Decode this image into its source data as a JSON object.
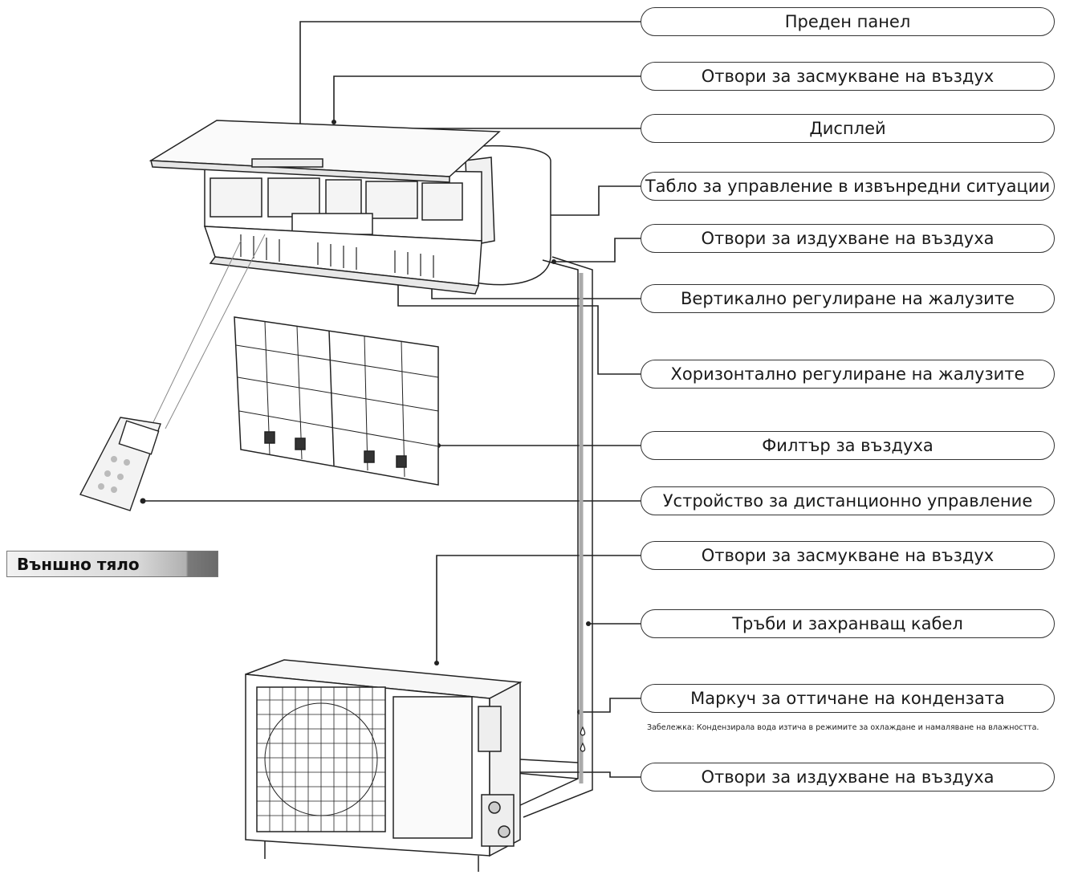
{
  "section": {
    "title": "Външно тяло"
  },
  "labels": {
    "front_panel": "Преден панел",
    "air_intake_indoor": "Отвори за засмукване на въздух",
    "display": "Дисплей",
    "emergency_panel": "Табло за управление в извънредни ситуации",
    "air_outlet_indoor": "Отвори за издухване на въздуха",
    "vertical_louver": "Вертикално регулиране на жалузите",
    "horizontal_louver": "Хоризонтално регулиране на жалузите",
    "air_filter": "Филтър за въздуха",
    "remote_control": "Устройство за дистанционно управление",
    "air_intake_outdoor": "Отвори за засмукване на въздух",
    "pipes_cable": "Тръби и захранващ кабел",
    "drain_hose": "Маркуч за оттичане на кондензата",
    "air_outlet_outdoor": "Отвори за издухване на въздуха"
  },
  "note": "Забележка: Кондензирала вода изтича в режимите за охлаждане и намаляване на влажността."
}
